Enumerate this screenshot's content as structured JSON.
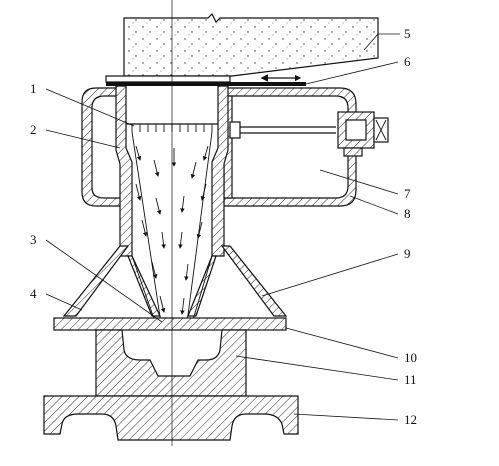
{
  "labels": [
    {
      "id": "1",
      "text": "1"
    },
    {
      "id": "2",
      "text": "2"
    },
    {
      "id": "3",
      "text": "3"
    },
    {
      "id": "4",
      "text": "4"
    },
    {
      "id": "5",
      "text": "5"
    },
    {
      "id": "6",
      "text": "6"
    },
    {
      "id": "7",
      "text": "7"
    },
    {
      "id": "8",
      "text": "8"
    },
    {
      "id": "9",
      "text": "9"
    },
    {
      "id": "10",
      "text": "10"
    },
    {
      "id": "11",
      "text": "11"
    },
    {
      "id": "12",
      "text": "12"
    }
  ]
}
